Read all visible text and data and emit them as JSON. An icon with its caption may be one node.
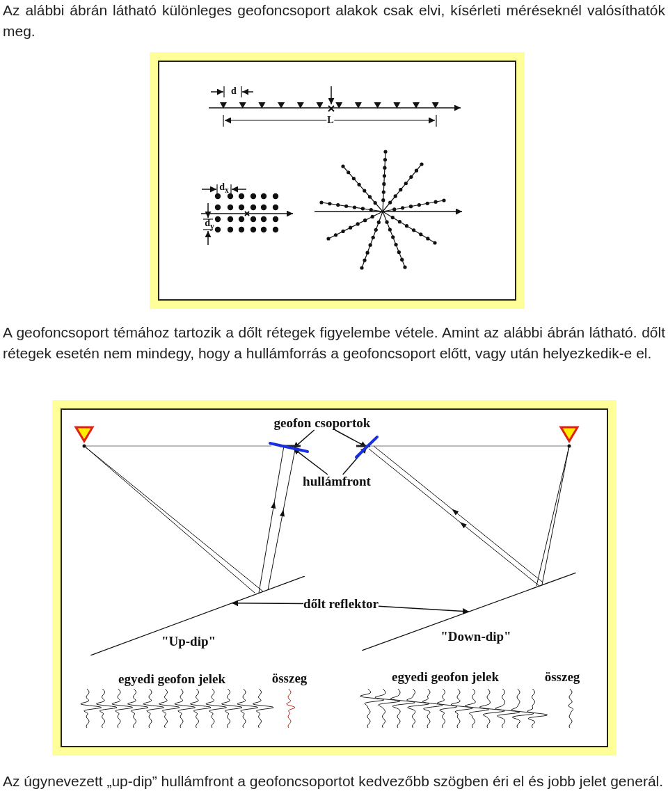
{
  "diagram": {
    "nodes": [
      {
        "text": [
          "geofon csoportok"
        ]
      },
      {
        "text": [],
        "shape": "bar"
      },
      {
        "text": [],
        "shape": "bar"
      },
      {
        "text": [
          "hullámfront"
        ]
      },
      {
        "text": [
          "dőlt reflektor"
        ]
      },
      {
        "text": [],
        "shape": "bar"
      },
      {
        "text": [],
        "shape": "bar"
      }
    ],
    "edges": [
      {
        "from": 0,
        "to": 1,
        "arrow": "to"
      },
      {
        "from": 0,
        "to": 2,
        "arrow": "to"
      },
      {
        "from": 3,
        "to": 1,
        "arrow": "to"
      },
      {
        "from": 3,
        "to": 2,
        "arrow": "to"
      },
      {
        "from": 4,
        "to": 5,
        "arrow": "to"
      },
      {
        "from": 4,
        "to": 6,
        "arrow": "to"
      }
    ],
    "labels": [
      "Az alábbi ábrán látható különleges geofoncsoport alakok csak elvi, kísérleti méréseknél valósíthatók meg.",
      "d",
      "L",
      "d$_{x}$",
      "d$_{y}$",
      "A geofoncsoport témához tartozik a dőlt rétegek figyelembe vétele. Amint az alábbi ábrán látható. dőlt rétegek esetén nem mindegy, hogy a hullámforrás a geofoncsoport előtt, vagy után helyezkedik-e el.",
      "\"Up-dip\"",
      "\"Down-dip\"",
      "egyedi geofon jelek",
      "összeg",
      "egyedi geofon jelek",
      "összeg",
      "Az úgynevezett „up-dip” hullámfront a geofoncsoportot kedvezőbb szögben éri el és jobb jelet generál."
    ]
  }
}
